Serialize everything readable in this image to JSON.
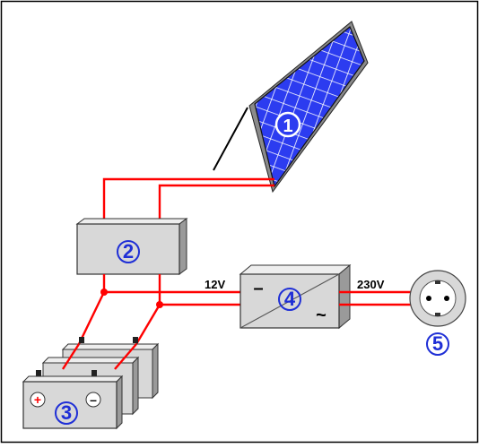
{
  "labels": {
    "panel": "1",
    "controller": "2",
    "battery": "3",
    "inverter": "4",
    "socket": "5"
  },
  "voltages": {
    "dc": "12V",
    "ac": "230V"
  },
  "inverter_symbols": {
    "dc": "–",
    "ac": "~"
  },
  "battery_symbols": {
    "positive": "+",
    "negative": "–"
  },
  "colors": {
    "wire": "#ff0000",
    "panel_blue": "#2c3cf0",
    "box_fill": "#d8d8d8",
    "label_blue": "#1f2fd6"
  }
}
